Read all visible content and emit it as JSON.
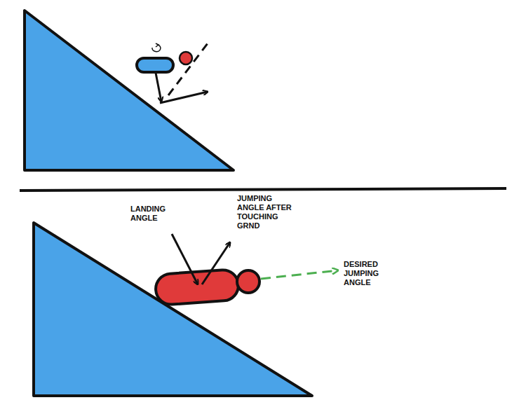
{
  "diagram": {
    "labels": [
      "LANDING ANGLE",
      "JUMPING ANGLE AFTER TOUCHING GRND",
      "DESIRED JUMPING ANGLE"
    ]
  }
}
